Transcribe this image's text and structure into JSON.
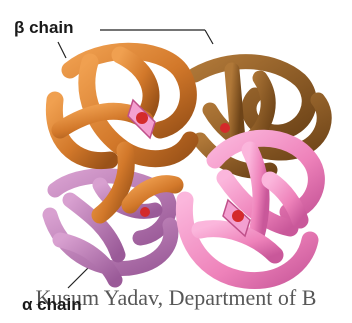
{
  "labels": {
    "beta_chain": "β chain",
    "alpha_chain": "α chain"
  },
  "watermark": {
    "text": "Kusum Yadav, Department of B"
  },
  "colors": {
    "beta_subunit_front": "#d2782a",
    "beta_subunit_back": "#8a5a24",
    "alpha_subunit_front": "#ee82ba",
    "alpha_subunit_back": "#b878b4",
    "heme": "#d42a2a",
    "heme_plane": "#f3a0d0",
    "leader_line": "#222222"
  }
}
